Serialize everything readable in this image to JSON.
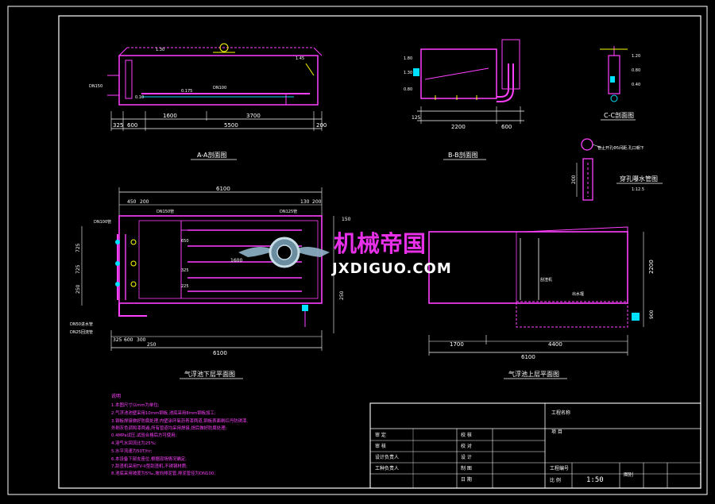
{
  "drawing": {
    "views": {
      "section_aa": {
        "title": "A-A剖面图",
        "dims": [
          "325",
          "600",
          "1600",
          "3700",
          "5500",
          "200"
        ],
        "elev_labels": [
          "1.30",
          "0.10",
          "0.175",
          "1.45"
        ],
        "pipe_labels": [
          "DN150",
          "DN100"
        ]
      },
      "section_bb": {
        "title": "B-B剖面图",
        "dims": [
          "125",
          "2200",
          "600"
        ],
        "elev_labels": [
          "1.80",
          "1.30",
          "0.80"
        ]
      },
      "section_cc": {
        "title": "C-C剖面图",
        "elev_labels": [
          "1.20",
          "0.80",
          "0.40"
        ]
      },
      "detail_pipe": {
        "title": "穿孔曝水管图",
        "scale": "1:12.5",
        "note": "管上开孔Φ5间距,孔口朝下",
        "dim": "200"
      },
      "plan_lower": {
        "title": "气浮池下层平面图",
        "overall_dim": "6100",
        "top_dims": [
          "450",
          "200",
          "130",
          "200",
          "150"
        ],
        "side_dims": [
          "725",
          "725",
          "250",
          "250"
        ],
        "inner_dims": [
          "1600",
          "650",
          "325",
          "225"
        ],
        "pipe_labels": [
          "DN150管",
          "DN125管",
          "DN100管",
          "DN50进水管",
          "DN25回流管"
        ],
        "bottom_dims": [
          "325",
          "600",
          "300",
          "250"
        ]
      },
      "plan_upper": {
        "title": "气浮池上层平面图",
        "overall_dim": "6100",
        "dims": [
          "1700",
          "4400",
          "2200",
          "900"
        ],
        "labels": [
          "出水堰",
          "刮渣机"
        ]
      }
    },
    "watermark": {
      "cn": "机械帝国",
      "en": "JXDIGUO.COM"
    },
    "notes": {
      "heading": "说明",
      "lines": [
        "1.本图尺寸以mm为单位;",
        "2.气浮池池壁采用10mm钢板,池底采用8mm钢板加工;",
        "3.钢板焊接做好防腐处理,内壁涂环氧沥青漆两道,钢板表面刷红丹防锈漆,",
        "  外刷灰色调和漆两遍,所有管道均采用焊接,焊后做好防腐处理;",
        "  0.4MPa试压,试验合格后方可使用;",
        "4.溶气水回流比为25%;",
        "5.水平流速为50T/hr;",
        "6.本设备下部支座位,根据现场情况确定;",
        "7.刮渣机采用TV-II型刮渣机,不锈钢材质;",
        "8.池底采用坡度为5‰,坡向排泥管,排泥管径为DN100;"
      ]
    },
    "title_block": {
      "project_label": "工程名称",
      "item_label": "项 目",
      "rows": [
        {
          "left": "审 定",
          "mid": "校 核"
        },
        {
          "left": "审 核",
          "mid": "校 对"
        },
        {
          "left": "设计负责人",
          "mid": "设 计"
        },
        {
          "left": "工种负责人",
          "mid": "制 图"
        },
        {
          "left": "",
          "mid": "日 期"
        }
      ],
      "drawing_no_label": "工程编号",
      "scale_label": "比 例",
      "scale_value": "1:50",
      "sheet_label": "图别"
    },
    "colors": {
      "frame": "#ffffff",
      "outline": "#ff40ff",
      "dim": "#ffffff",
      "cyan": "#00e0ff",
      "yellow": "#ffff00",
      "green": "#00ff60",
      "notes": "#ff40ff",
      "watermark_cn": "#e830e8",
      "watermark_en": "#ffffff"
    }
  }
}
